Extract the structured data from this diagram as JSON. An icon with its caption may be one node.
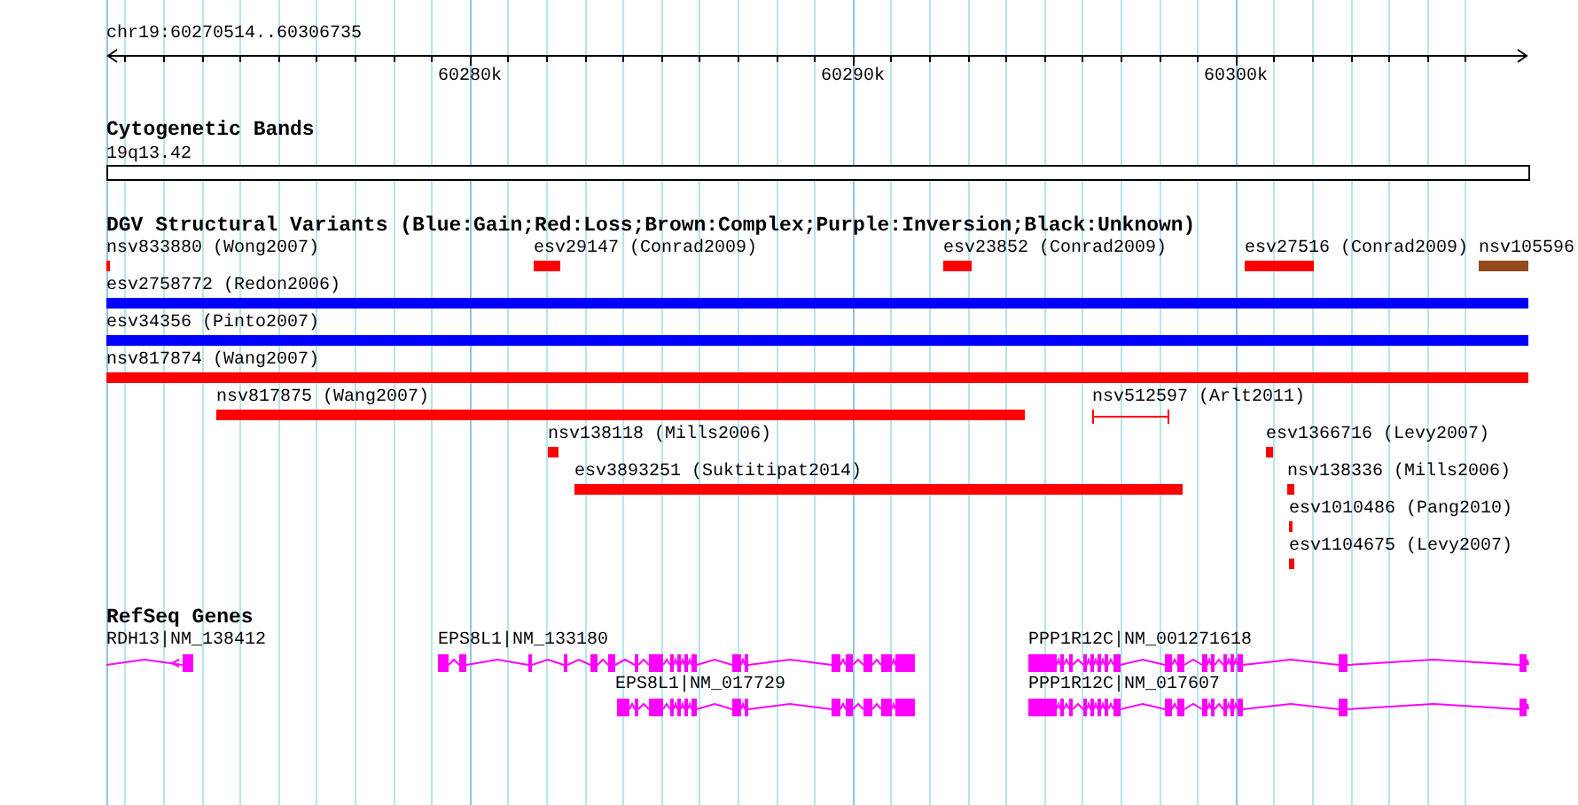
{
  "diagram": {
    "nodes": [
      {
        "text": [
          "Cytogenetic Bands"
        ]
      },
      {
        "text": [
          "19q13.42"
        ],
        "in": 0
      },
      {
        "text": [
          "DGV Structural Variants (Blue:Gain;Red:Loss;Brown:Complex;Purple:Inversion;Black:Unknown)"
        ]
      },
      {
        "text": [
          "nsv833880 (Wong2007)"
        ],
        "in": 2
      },
      {
        "text": [
          "esv29147 (Conrad2009)"
        ],
        "in": 2
      },
      {
        "text": [
          "esv23852 (Conrad2009)"
        ],
        "in": 2
      },
      {
        "text": [
          "esv27516 (Conrad2009)"
        ],
        "in": 2
      },
      {
        "text": [
          "nsv105596"
        ],
        "in": 2
      },
      {
        "text": [
          "esv2758772 (Redon2006)"
        ],
        "in": 2
      },
      {
        "text": [
          "esv34356 (Pinto2007)"
        ],
        "in": 2
      },
      {
        "text": [
          "nsv817874 (Wang2007)"
        ],
        "in": 2
      },
      {
        "text": [
          "nsv817875 (Wang2007)"
        ],
        "in": 2
      },
      {
        "text": [
          "nsv512597 (Arlt2011)"
        ],
        "in": 2
      },
      {
        "text": [
          "nsv138118 (Mills2006)"
        ],
        "in": 2
      },
      {
        "text": [
          "esv1366716 (Levy2007)"
        ],
        "in": 2
      },
      {
        "text": [
          "esv3893251 (Suktitipat2014)"
        ],
        "in": 2
      },
      {
        "text": [
          "nsv138336 (Mills2006)"
        ],
        "in": 2
      },
      {
        "text": [
          "esv1010486 (Pang2010)"
        ],
        "in": 2
      },
      {
        "text": [
          "esv1104675 (Levy2007)"
        ],
        "in": 2
      },
      {
        "text": [
          "RefSeq Genes"
        ]
      },
      {
        "text": [
          "RDH13|NM_138412"
        ],
        "in": 19
      },
      {
        "text": [
          "EPS8L1|NM_133180"
        ],
        "in": 19
      },
      {
        "text": [
          "PPP1R12C|NM_001271618"
        ],
        "in": 19
      },
      {
        "text": [
          "EPS8L1|NM_017729"
        ],
        "in": 19
      },
      {
        "text": [
          "PPP1R12C|NM_017607"
        ],
        "in": 19
      }
    ],
    "labels": [
      "chr19:60270514..60306735",
      "60280k",
      "60290k",
      "60300k"
    ]
  }
}
